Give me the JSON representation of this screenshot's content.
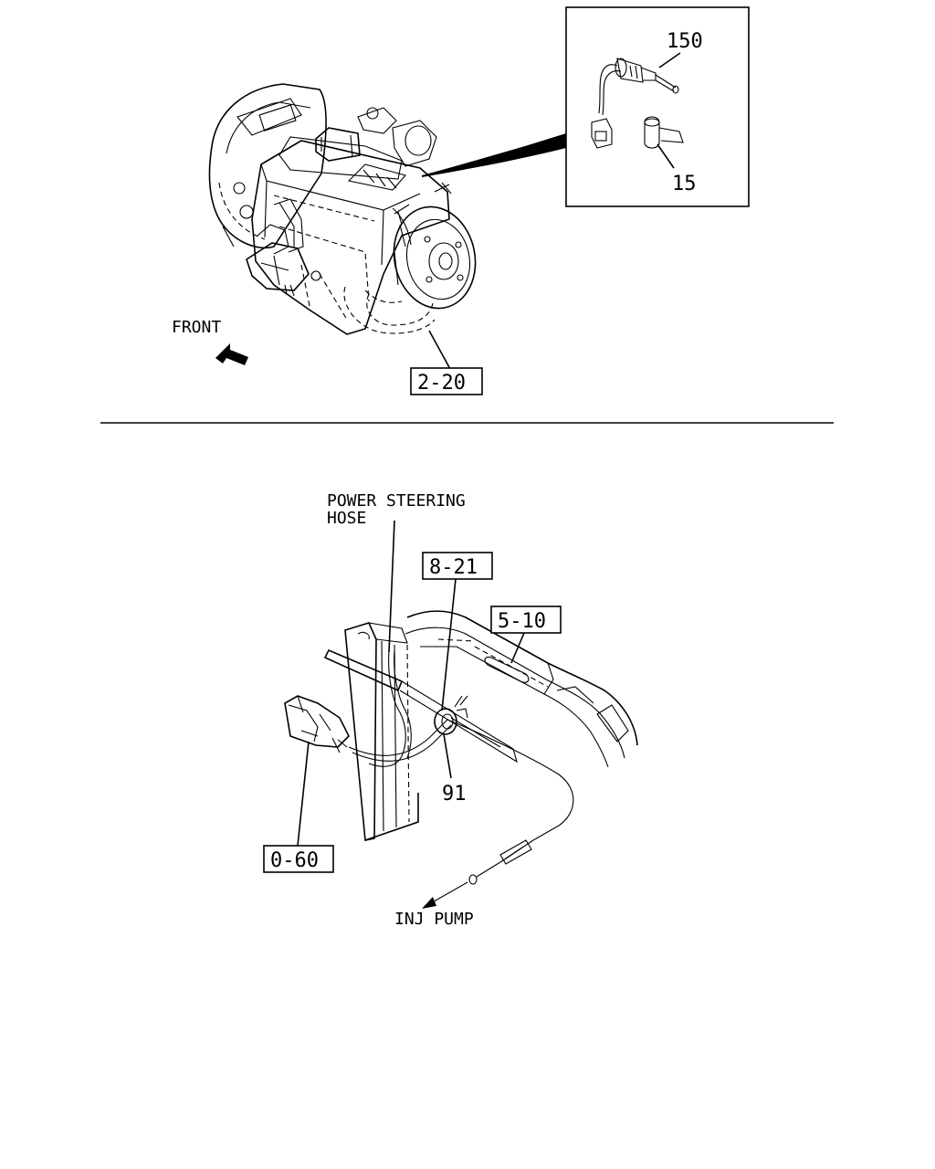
{
  "top_diagram": {
    "front_label": "FRONT",
    "callouts": {
      "ref_2_20": "2-20",
      "part_150": "150",
      "part_15": "15"
    }
  },
  "bottom_diagram": {
    "power_steering_line1": "POWER STEERING",
    "power_steering_line2": "HOSE",
    "inj_pump_label": "INJ PUMP",
    "callouts": {
      "ref_8_21": "8-21",
      "ref_5_10": "5-10",
      "ref_0_60": "0-60",
      "part_91": "91"
    }
  }
}
